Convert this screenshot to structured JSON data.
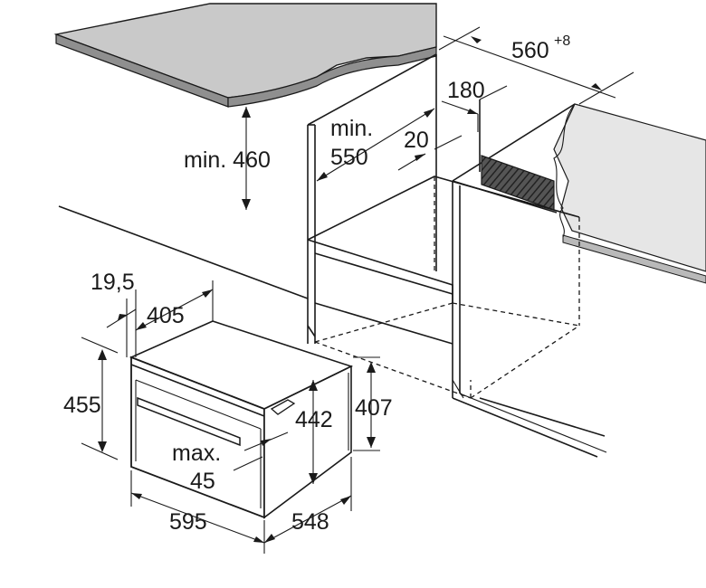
{
  "colors": {
    "line": "#1a1a1a",
    "countertop_top": "#c9c9c9",
    "countertop_edge": "#8f8f8f",
    "wall_gray": "#e6e6e6",
    "vent_hatch": "#444444",
    "background": "#ffffff"
  },
  "dimensions": {
    "niche_width": "560",
    "niche_width_tolerance": "+8",
    "rear_gap": "180",
    "niche_depth_min": "min.\n550",
    "niche_depth_min_line1": "min.",
    "niche_depth_min_line2": "550",
    "side_gap": "20",
    "niche_height_min": "min. 460",
    "panel_thickness": "19,5",
    "appliance_depth_front": "405",
    "appliance_height": "455",
    "inner_height": "442",
    "body_height": "407",
    "handle_max_line1": "max.",
    "handle_max_line2": "45",
    "appliance_width": "595",
    "appliance_depth": "548"
  }
}
